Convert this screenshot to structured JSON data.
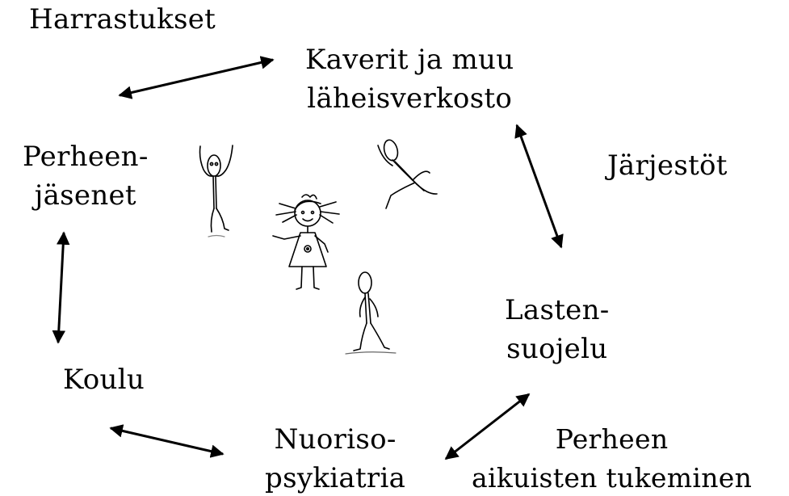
{
  "diagram": {
    "labels": {
      "hobbies": "Harrastukset",
      "friends": {
        "line1": "Kaverit ja muu",
        "line2": "läheisverkosto"
      },
      "organizations": "Järjestöt",
      "family_members": {
        "line1": "Perheen-",
        "line2": "jäsenet"
      },
      "child_protection": {
        "line1": "Lasten-",
        "line2": "suojelu"
      },
      "school": "Koulu",
      "youth_psychiatry": {
        "line1": "Nuoriso-",
        "line2": "psykiatria"
      },
      "parent_support": {
        "line1": "Perheen",
        "line2": "aikuisten tukeminen"
      }
    },
    "connections": [
      {
        "from": "family_members",
        "to": "friends",
        "bidirectional": true
      },
      {
        "from": "friends",
        "to": "child_protection",
        "bidirectional": true
      },
      {
        "from": "family_members",
        "to": "school",
        "bidirectional": true
      },
      {
        "from": "school",
        "to": "youth_psychiatry",
        "bidirectional": true
      },
      {
        "from": "youth_psychiatry",
        "to": "child_protection",
        "bidirectional": true
      }
    ],
    "figures": [
      "stick-figure-arms-raised",
      "stick-figure-running",
      "girl-with-pigtails",
      "stick-figure-walking"
    ],
    "colors": {
      "text": "#000000",
      "lines": "#000000",
      "background": "#ffffff"
    }
  }
}
